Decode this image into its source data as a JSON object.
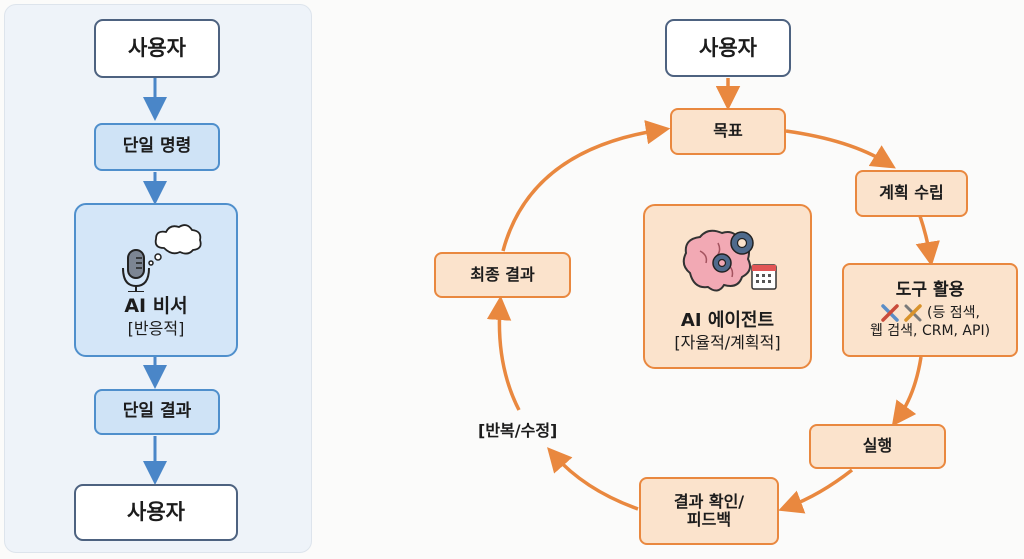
{
  "left_panel": {
    "user_top": "사용자",
    "command": "단일 명령",
    "assistant_title": "AI 비서",
    "assistant_sub": "[반응적]",
    "result": "단일 결과",
    "user_bottom": "사용자",
    "icons": [
      "microphone-icon",
      "thought-bubble-icon"
    ]
  },
  "right_panel": {
    "user": "사용자",
    "goal": "목표",
    "plan": "계획 수립",
    "tools_title": "도구 활용",
    "tools_line1": "(등 점색,",
    "tools_line2": "웹 검색, CRM, API)",
    "execute": "실행",
    "review_line1": "결과 확인/",
    "review_line2": "피드백",
    "final": "최종 결과",
    "loop_label": "[반복/수정]",
    "agent_title": "AI 에이전트",
    "agent_sub": "[자율적/계획적]",
    "icons": [
      "brain-icon",
      "gear-icon",
      "calendar-icon",
      "wrench-screwdriver-icon",
      "tools-cross-icon"
    ]
  },
  "colors": {
    "blue_accent": "#4a86c8",
    "orange_accent": "#e9883f",
    "user_border": "#4d6280"
  }
}
